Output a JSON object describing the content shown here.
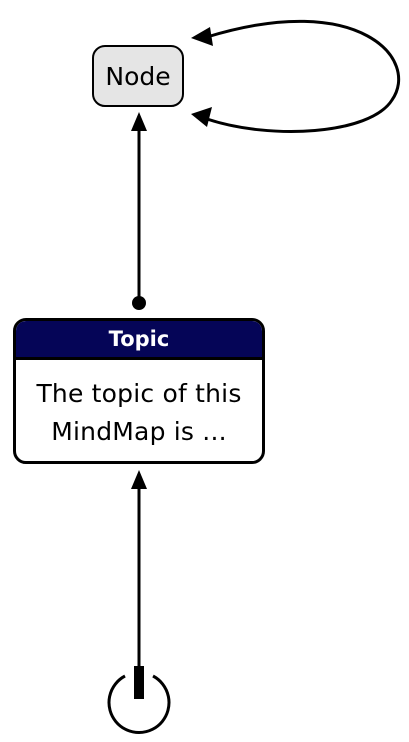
{
  "node": {
    "label": "Node"
  },
  "topic": {
    "title": "Topic",
    "line1": "The topic of this",
    "line2": "MindMap is ..."
  },
  "colors": {
    "topic_header": "#050557",
    "node_fill": "#e5e5e5",
    "stroke": "#000000"
  }
}
